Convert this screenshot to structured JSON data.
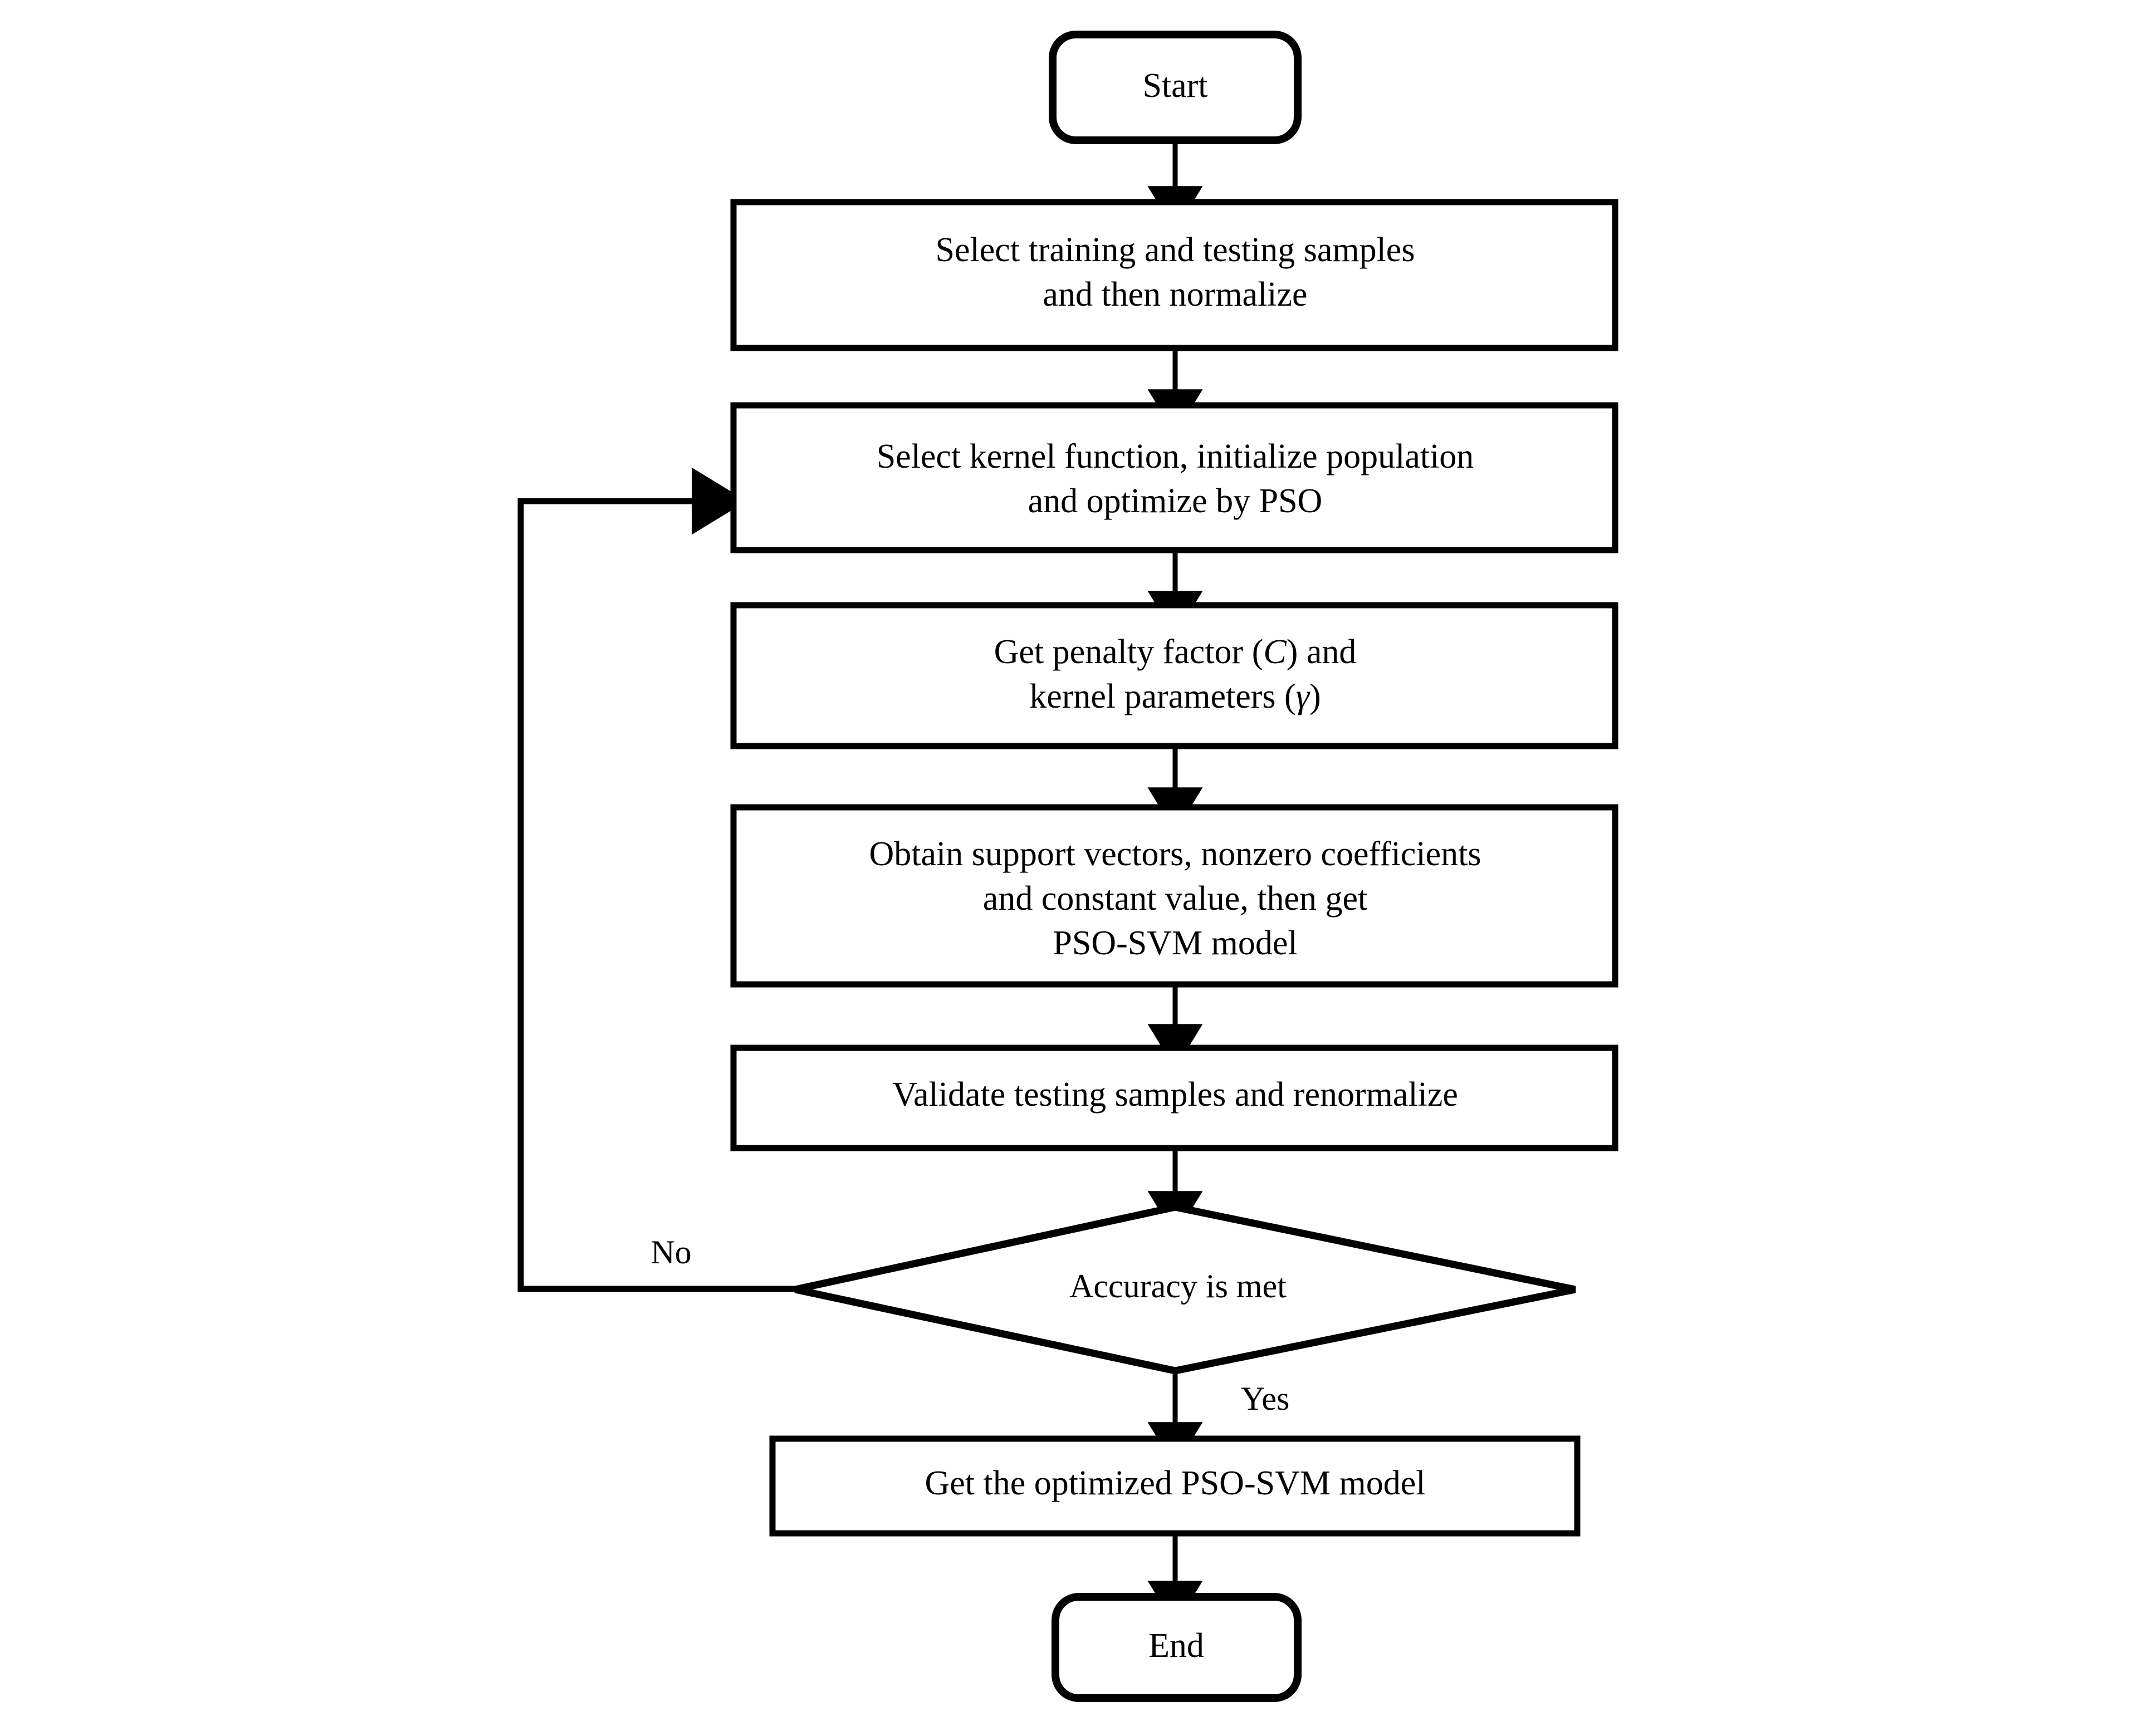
{
  "diagram": {
    "type": "flowchart",
    "title_text": "",
    "colors": {
      "stroke": "#000000",
      "fill": "#ffffff",
      "text": "#000000"
    },
    "nodes": [
      {
        "id": "start",
        "shape": "terminator",
        "label": "Start"
      },
      {
        "id": "select-samples",
        "shape": "process",
        "lines": [
          "Select training and testing samples",
          "and then normalize"
        ]
      },
      {
        "id": "select-kernel",
        "shape": "process",
        "lines": [
          "Select kernel function, initialize population",
          "and optimize by PSO"
        ]
      },
      {
        "id": "get-penalty",
        "shape": "process",
        "lines": [
          "Get penalty factor (C) and",
          "kernel parameters (γ)"
        ],
        "line1_pre": "Get penalty factor (",
        "line1_sym": "C",
        "line1_post": ") and",
        "line2_pre": "kernel parameters (",
        "line2_sym": "γ",
        "line2_post": ")"
      },
      {
        "id": "obtain-vectors",
        "shape": "process",
        "lines": [
          "Obtain support vectors, nonzero coefficients",
          "and constant value, then get",
          "PSO-SVM model"
        ]
      },
      {
        "id": "validate",
        "shape": "process",
        "lines": [
          "Validate testing samples and renormalize"
        ]
      },
      {
        "id": "accuracy-decision",
        "shape": "decision",
        "label": "Accuracy is met"
      },
      {
        "id": "get-optimized",
        "shape": "process",
        "lines": [
          "Get the optimized PSO-SVM model"
        ]
      },
      {
        "id": "end",
        "shape": "terminator",
        "label": "End"
      }
    ],
    "edge_labels": {
      "no": "No",
      "yes": "Yes"
    }
  }
}
